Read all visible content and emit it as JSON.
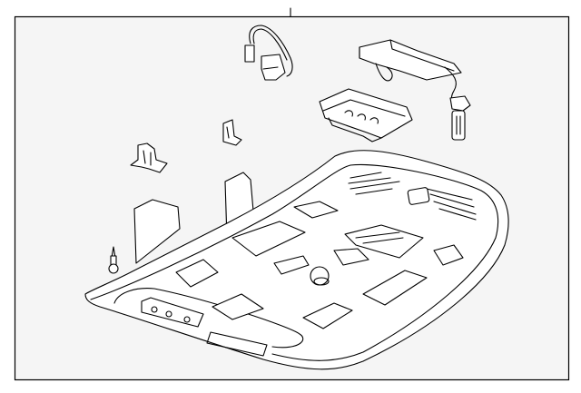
{
  "diagram": {
    "background_color": "#f5f5f5",
    "line_color": "#000000",
    "parts": [
      {
        "icon": "overhead-console-housing"
      },
      {
        "icon": "wire-harness-connector"
      },
      {
        "icon": "control-module"
      },
      {
        "icon": "lamp-bracket"
      },
      {
        "icon": "clip"
      },
      {
        "icon": "retainer-clip"
      },
      {
        "icon": "screw"
      },
      {
        "icon": "bulb-socket"
      }
    ]
  }
}
